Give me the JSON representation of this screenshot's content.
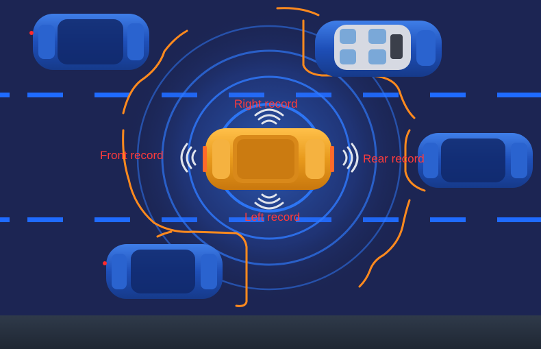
{
  "labels": {
    "front": "Front record",
    "right": "Right record",
    "rear": "Rear record",
    "left": "Left record"
  },
  "colors": {
    "road": "#1c2553",
    "curb": "#2a3444",
    "lane_dash": "#1f6bff",
    "ring": "#2f7bff",
    "boundary": "#ff8a1e",
    "ego_car": "#f0a020",
    "other_car": "#1e4fb8",
    "label": "#ff3b3b"
  },
  "icons": {
    "sensor": "wifi-wave-icon"
  }
}
